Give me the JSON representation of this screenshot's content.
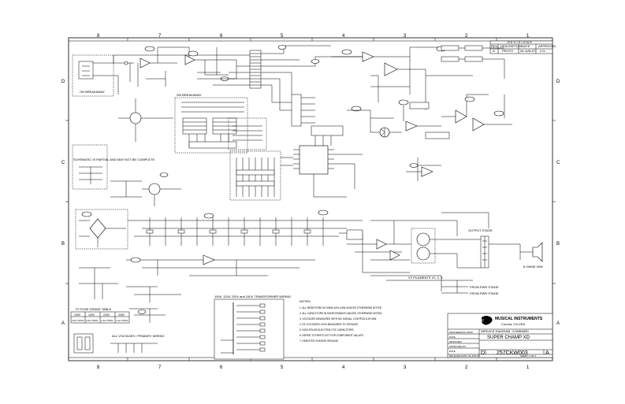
{
  "border": {
    "col_labels": [
      "8",
      "7",
      "6",
      "5",
      "4",
      "3",
      "2",
      "1"
    ],
    "row_labels": [
      "D",
      "C",
      "B",
      "A"
    ]
  },
  "revisions": {
    "title": "R E V I S I O N S",
    "headers": [
      "REV.",
      "DESCRIPTION",
      "DATE",
      "APPROVED"
    ],
    "row": [
      "A",
      "PROTO",
      "04-JUN-07",
      "LCL"
    ]
  },
  "title_block": {
    "company": "MUSICAL INSTRUMENTS",
    "location": "Corona, CA USA",
    "doc_title": "SERVICE DIAGRAM, COMBINED",
    "product": "SUPER CHAMP XD",
    "size": "D",
    "dwg_no": "257CKW003",
    "rev": "A",
    "sheet": "SHEET 1 OF 4",
    "release_date_label": "RELEASE DATE: 04-JUN-07",
    "fields": [
      "ENGINEERING APPR.",
      "DATE",
      "DESIGNER",
      "APPROVED BY",
      "DATE",
      "DRAWN",
      "DATE"
    ]
  },
  "labels": {
    "on_breakaway": "ON BREAKAWAY",
    "on_breakaway_2": "ON BREAKAWAY",
    "output_stage": "OUTPUT STAGE",
    "from_pwr_stage_1": "FROM PWR STAGE",
    "from_pwr_stage_2": "FROM PWR STAGE",
    "speaker": "8 OHMS 20W",
    "transformer_title": "100V, 120V 220V and 240V TRANSFORMER WIRING",
    "fuse_table_title": "F2 FUSE GRADE TABLE",
    "fuse_headers": [
      "100V",
      "120V",
      "220V",
      "240V"
    ],
    "fuse_values": [
      "2.0A T250V",
      "2.0A T250V",
      "1.0A T250V",
      "1.0A T250V"
    ],
    "all_voltages": "ALL VOLTAGES / PRIMARY WIRING",
    "tube_filaments": "V2 FILAMENTS  V1, 2, 3",
    "schematic_note": "SCHEMATIC IS PARTIAL AND MAY NOT BE COMPLETE"
  },
  "notes": {
    "title": "NOTES",
    "lines": [
      "1. ALL RESISTORS IN OHMS ±5% 1/4W UNLESS OTHERWISE NOTED.",
      "2. ALL CAPACITORS IN MICROFARADS UNLESS OTHERWISE NOTED.",
      "3. VOLTAGES MEASURED WITH NO SIGNAL, CONTROLS AT MIN.",
      "4. DC VOLTAGES ±10% MEASURED TO GROUND.",
      "5. NON-POLAR ELECTROLYTIC CAPACITORS.",
      "6. REFER TO PARTS LIST FOR COMPONENT VALUES.",
      "7. DENOTES CHASSIS GROUND."
    ]
  }
}
